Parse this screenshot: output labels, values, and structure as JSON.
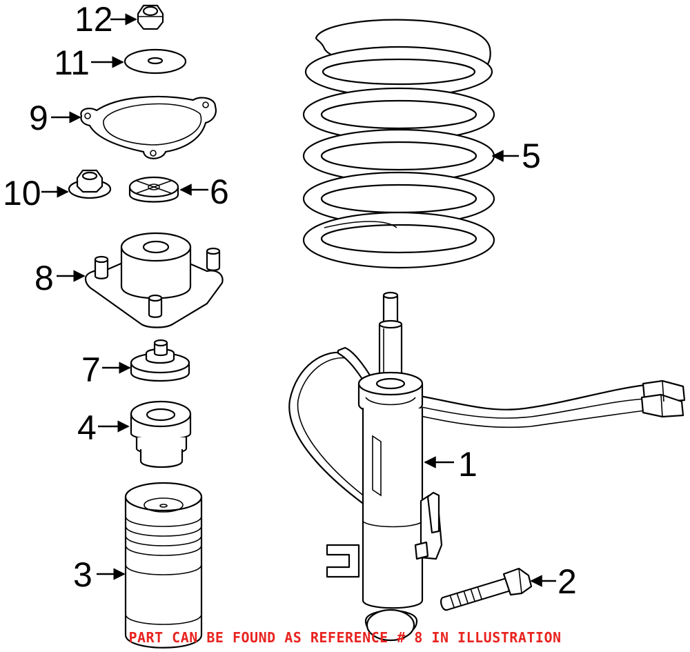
{
  "callouts": {
    "c1": "1",
    "c2": "2",
    "c3": "3",
    "c4": "4",
    "c5": "5",
    "c6": "6",
    "c7": "7",
    "c8": "8",
    "c9": "9",
    "c10": "10",
    "c11": "11",
    "c12": "12"
  },
  "footer_note": "PART CAN BE FOUND AS REFERENCE # 8 IN ILLUSTRATION",
  "colors": {
    "note": "#e8231f",
    "line": "#000000",
    "background": "#ffffff"
  }
}
